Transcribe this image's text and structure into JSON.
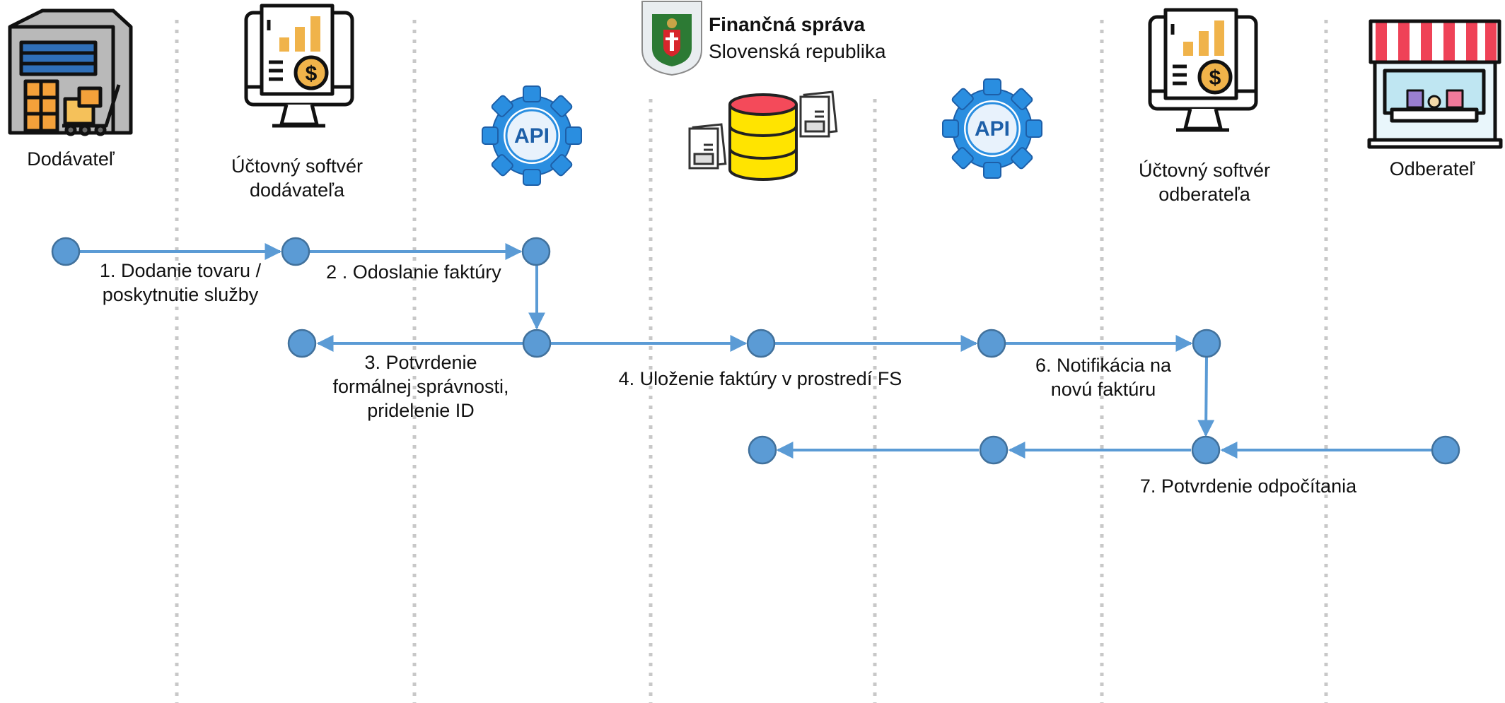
{
  "organization": {
    "name": "Finančná správa",
    "country": "Slovenská republika"
  },
  "actors": {
    "supplier": "Dodávateľ",
    "supplier_software": [
      "Účtovný softvér",
      "dodávateľa"
    ],
    "buyer_software": [
      "Účtovný softvér",
      "odberateľa"
    ],
    "buyer": "Odberateľ"
  },
  "api_label": "API",
  "steps": {
    "step1": [
      "1. Dodanie tovaru /",
      "poskytnutie služby"
    ],
    "step2": "2 . Odoslanie faktúry",
    "step3": [
      "3. Potvrdenie",
      "formálnej správnosti,",
      "pridelenie ID"
    ],
    "step4": "4. Uloženie faktúry v prostredí FS",
    "step6": [
      "6. Notifikácia na",
      "novú faktúru"
    ],
    "step7": "7. Potvrdenie odpočítania"
  },
  "colors": {
    "node": "#5b9bd5",
    "node_stroke": "#41719c",
    "arrow": "#5b9bd5",
    "lane": "#c8c8c8",
    "gear": "#2a8ee0",
    "gear_dark": "#1d5fa8"
  },
  "icons": [
    "warehouse-icon",
    "accounting-monitor-icon",
    "api-gear-icon",
    "database-icon",
    "invoice-icon",
    "shop-icon",
    "coat-of-arms-icon"
  ]
}
